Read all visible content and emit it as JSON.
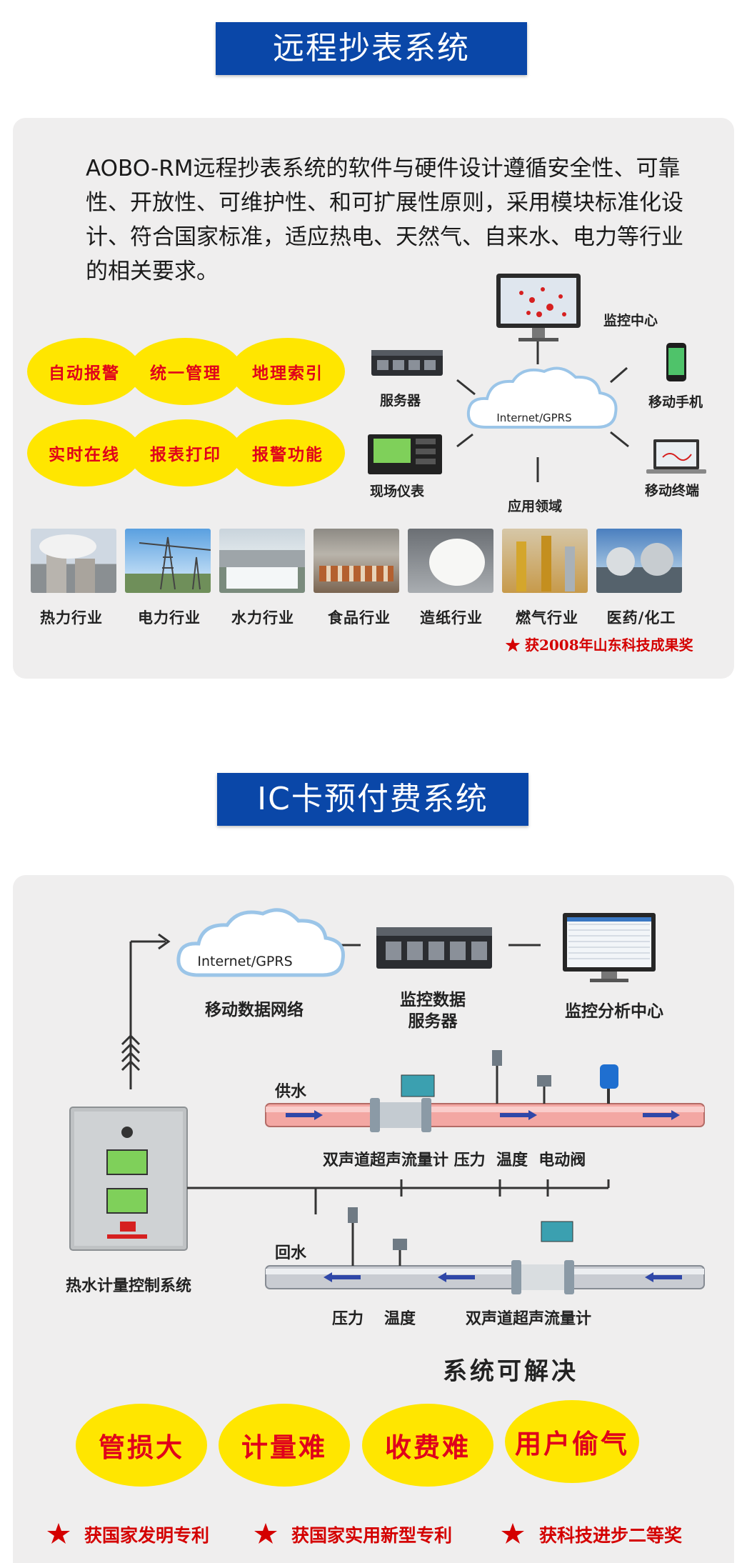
{
  "section1": {
    "title": "远程抄表系统",
    "intro": "AOBO-RM远程抄表系统的软件与硬件设计遵循安全性、可靠性、开放性、可维护性、和可扩展性原则，采用模块标准化设计、符合国家标准，适应热电、天然气、自来水、电力等行业的相关要求。",
    "features": [
      "自动报警",
      "统一管理",
      "地理索引",
      "实时在线",
      "报表打印",
      "报警功能"
    ],
    "diagram": {
      "cloud": "Internet/GPRS",
      "monitor_center": "监控中心",
      "server": "服务器",
      "mobile_phone": "移动手机",
      "field_meter": "现场仪表",
      "mobile_terminal": "移动终端",
      "application": "应用领域"
    },
    "industries": [
      "热力行业",
      "电力行业",
      "水力行业",
      "食品行业",
      "造纸行业",
      "燃气行业",
      "医药/化工"
    ],
    "award": "★ 获2008年山东科技成果奖"
  },
  "section2": {
    "title": "IC卡预付费系统",
    "diagram": {
      "cloud": "Internet/GPRS",
      "mobile_network": "移动数据网络",
      "data_server_line1": "监控数据",
      "data_server_line2": "服务器",
      "analysis_center": "监控分析中心",
      "control_system": "热水计量控制系统",
      "supply": "供水",
      "return": "回水",
      "supply_devices": "双声道超声流量计 压力  温度  电动阀",
      "return_pressure": "压力",
      "return_temp": "温度",
      "return_flowmeter": "双声道超声流量计"
    },
    "solve_title": "系统可解决",
    "problems": [
      "管损大",
      "计量难",
      "收费难",
      "用户偷气"
    ],
    "awards": [
      "获国家发明专利",
      "获国家实用新型专利",
      "获科技进步二等奖"
    ]
  },
  "colors": {
    "banner": "#0a47a8",
    "oval": "#ffe600",
    "oval_text": "#e0001b",
    "award": "#d40000",
    "supply_pipe": "#f3a7a3",
    "return_pipe": "#c9ccd2"
  }
}
